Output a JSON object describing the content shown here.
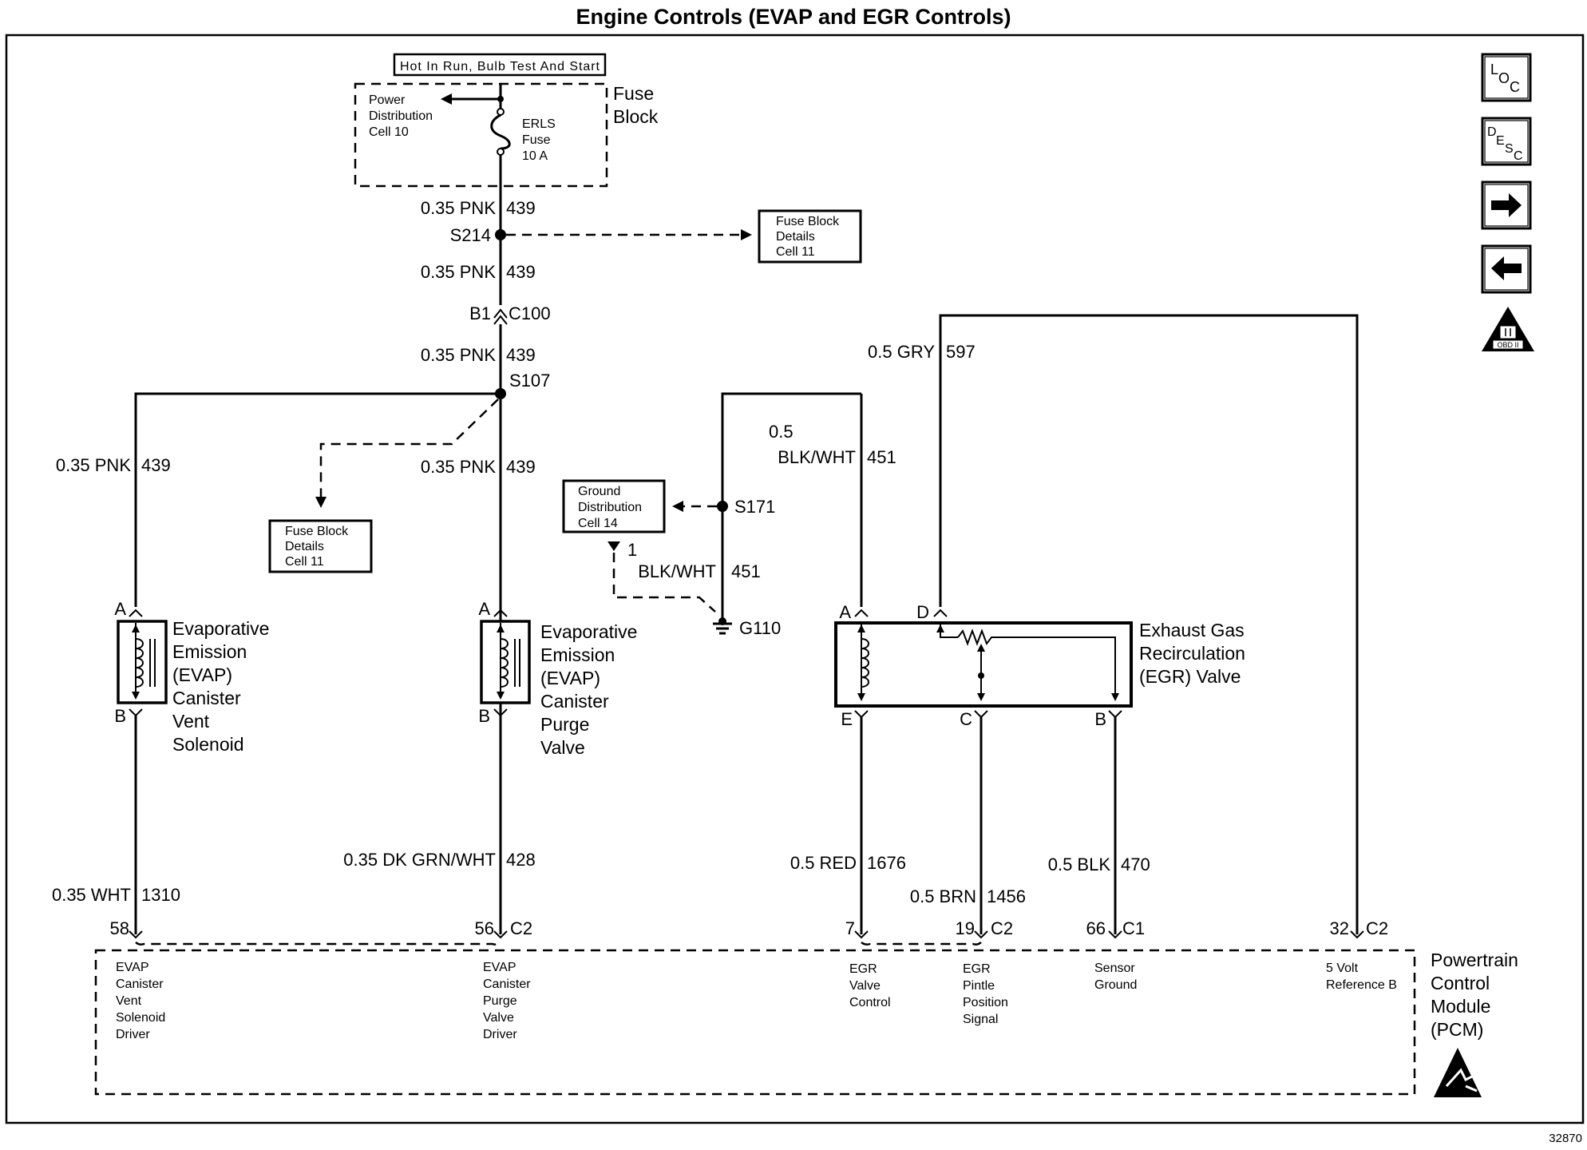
{
  "title": "Engine Controls (EVAP and EGR Controls)",
  "doc_number": "32870",
  "power": {
    "hot_label": "Hot In Run, Bulb Test And Start",
    "fuse_block_label": [
      "Fuse",
      "Block"
    ],
    "power_dist": [
      "Power",
      "Distribution",
      "Cell 10"
    ],
    "fuse": [
      "ERLS",
      "Fuse",
      "10 A"
    ]
  },
  "nav_buttons": {
    "loc": [
      "L",
      "O",
      "C"
    ],
    "desc": [
      "D",
      "E",
      "S",
      "C"
    ],
    "obd": "OBD II"
  },
  "ref_boxes": {
    "fuse_details_top": [
      "Fuse Block",
      "Details",
      "Cell 11"
    ],
    "fuse_details_left": [
      "Fuse Block",
      "Details",
      "Cell 11"
    ],
    "ground_dist": [
      "Ground",
      "Distribution",
      "Cell 14"
    ]
  },
  "wires": {
    "w439_a": {
      "gauge": "0.35 PNK",
      "circuit": "439"
    },
    "w439_b": {
      "gauge": "0.35 PNK",
      "circuit": "439"
    },
    "w439_c": {
      "gauge": "0.35 PNK",
      "circuit": "439"
    },
    "w439_left": {
      "gauge": "0.35 PNK",
      "circuit": "439"
    },
    "w439_mid": {
      "gauge": "0.35 PNK",
      "circuit": "439"
    },
    "w597": {
      "gauge": "0.5 GRY",
      "circuit": "597"
    },
    "w451_top": {
      "gauge1": "0.5",
      "gauge2": "BLK/WHT",
      "circuit": "451"
    },
    "w451_bot": {
      "gauge": "BLK/WHT",
      "circuit": "451"
    },
    "w1310": {
      "gauge": "0.35 WHT",
      "circuit": "1310"
    },
    "w428": {
      "gauge": "0.35 DK GRN/WHT",
      "circuit": "428"
    },
    "w1676": {
      "gauge": "0.5 RED",
      "circuit": "1676"
    },
    "w1456": {
      "gauge": "0.5 BRN",
      "circuit": "1456"
    },
    "w470": {
      "gauge": "0.5 BLK",
      "circuit": "470"
    }
  },
  "splices": {
    "s214": "S214",
    "s107": "S107",
    "s171": "S171",
    "c100_b1": "B1",
    "c100": "C100",
    "g110": "G110",
    "ground_pin": "1"
  },
  "components": {
    "vent_solenoid": {
      "name": [
        "Evaporative",
        "Emission",
        "(EVAP)",
        "Canister",
        "Vent",
        "Solenoid"
      ],
      "pin_a": "A",
      "pin_b": "B"
    },
    "purge_valve": {
      "name": [
        "Evaporative",
        "Emission",
        "(EVAP)",
        "Canister",
        "Purge",
        "Valve"
      ],
      "pin_a": "A",
      "pin_b": "B"
    },
    "egr_valve": {
      "name": [
        "Exhaust Gas",
        "Recirculation",
        "(EGR) Valve"
      ],
      "pin_a": "A",
      "pin_d": "D",
      "pin_e": "E",
      "pin_c": "C",
      "pin_b": "B"
    }
  },
  "pcm": {
    "name": [
      "Powertrain",
      "Control",
      "Module",
      "(PCM)"
    ],
    "pins": [
      {
        "num": "58",
        "conn": "",
        "desc": [
          "EVAP",
          "Canister",
          "Vent",
          "Solenoid",
          "Driver"
        ]
      },
      {
        "num": "56",
        "conn": "C2",
        "desc": [
          "EVAP",
          "Canister",
          "Purge",
          "Valve",
          "Driver"
        ]
      },
      {
        "num": "7",
        "conn": "",
        "desc": [
          "EGR",
          "Valve",
          "Control"
        ]
      },
      {
        "num": "19",
        "conn": "C2",
        "desc": [
          "EGR",
          "Pintle",
          "Position",
          "Signal"
        ]
      },
      {
        "num": "66",
        "conn": "C1",
        "desc": [
          "Sensor",
          "Ground"
        ]
      },
      {
        "num": "32",
        "conn": "C2",
        "desc": [
          "5 Volt",
          "Reference B"
        ]
      }
    ]
  }
}
